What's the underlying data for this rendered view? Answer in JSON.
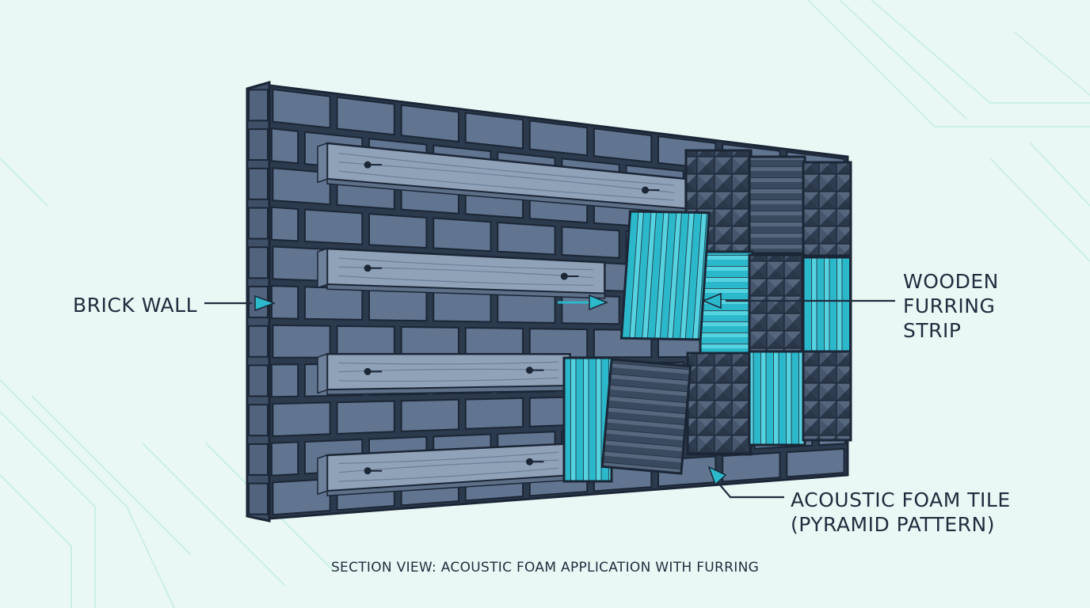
{
  "labels": {
    "brick_wall": "BRICK WALL",
    "furring": [
      "WOODEN",
      "FURRING",
      "STRIP"
    ],
    "foam": [
      "ACOUSTIC FOAM TILE",
      "(PYRAMID PATTERN)"
    ]
  },
  "caption": "SECTION VIEW: ACOUSTIC FOAM APPLICATION WITH FURRING",
  "colors": {
    "background": "#e9f8f5",
    "brick": "#617590",
    "brick_dark": "#3f4f66",
    "mortar": "#2c3a4d",
    "wood": "#8fa2b8",
    "foam_dark": "#3a4a5e",
    "foam_teal": "#29b6c8",
    "outline": "#1b2636",
    "arrow": "#1f2d3d",
    "arrowhead": "#2cb9cc"
  },
  "icons": [
    "arrow-icon",
    "pyramid-foam-pattern",
    "wedge-foam-pattern"
  ]
}
